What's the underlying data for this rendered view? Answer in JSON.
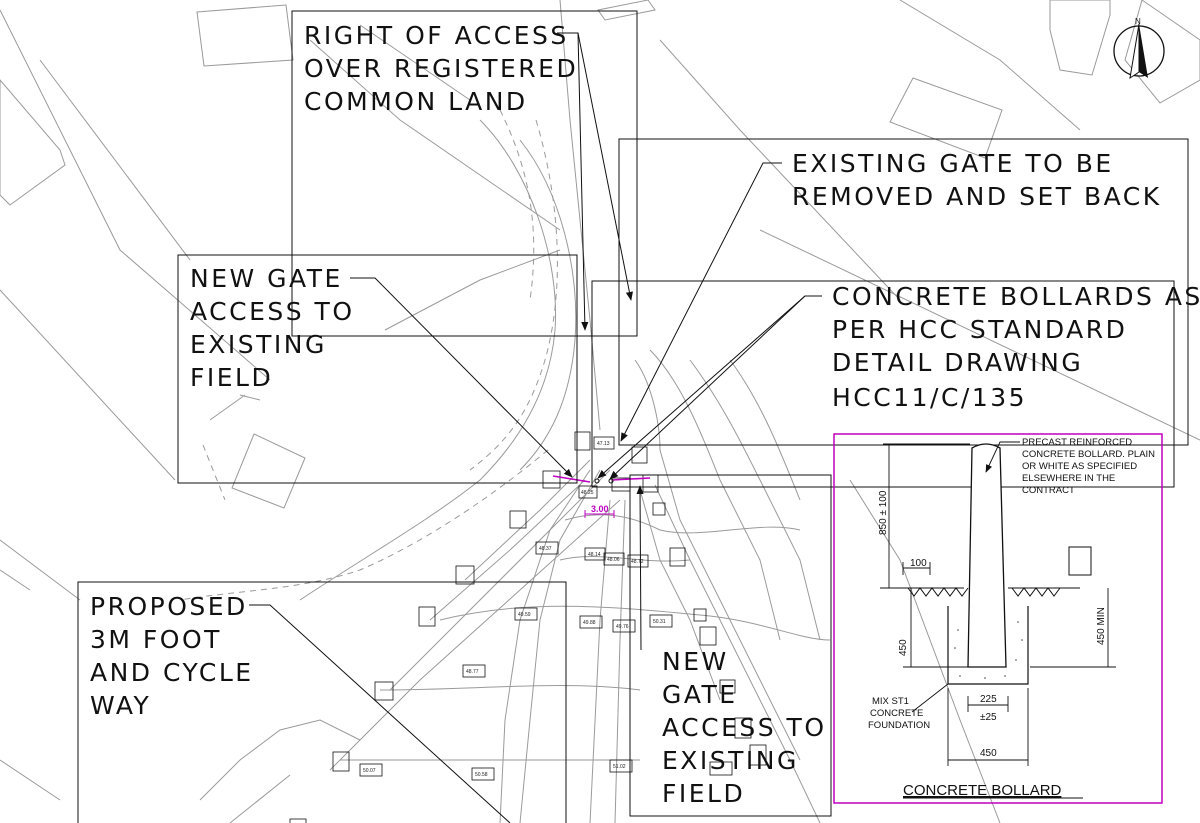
{
  "notes": {
    "right_of_access": [
      "RIGHT OF ACCESS",
      "OVER REGISTERED",
      "COMMON LAND"
    ],
    "existing_gate": [
      "EXISTING GATE TO BE",
      "REMOVED AND SET BACK"
    ],
    "new_gate_upper": [
      "NEW GATE",
      "ACCESS TO",
      "EXISTING",
      "FIELD"
    ],
    "concrete_bollards": [
      "CONCRETE BOLLARDS AS",
      "PER HCC STANDARD",
      "DETAIL DRAWING",
      "HCC11/C/135"
    ],
    "proposed_way": [
      "PROPOSED",
      "3M FOOT",
      "AND CYCLE",
      "WAY"
    ],
    "new_gate_lower": [
      "NEW",
      "GATE",
      "ACCESS TO",
      "EXISTING",
      "FIELD"
    ]
  },
  "compass": {
    "label": "N"
  },
  "gap_dimension": "3.00",
  "levels": [
    "47.13",
    "48.25",
    "48.37",
    "48.14",
    "48.06",
    "48.72",
    "49.59",
    "49.88",
    "49.76",
    "50.31",
    "48.77",
    "50.07",
    "50.58",
    "51.02"
  ],
  "detail": {
    "title": "CONCRETE BOLLARD",
    "precast_note": [
      "PRECAST REINFORCED",
      "CONCRETE BOLLARD. PLAIN",
      "OR WHITE AS SPECIFIED",
      "ELSEWHERE IN THE",
      "CONTRACT"
    ],
    "foundation_note": [
      "MIX ST1",
      "CONCRETE",
      "FOUNDATION"
    ],
    "dim_height": "850 ± 100",
    "dim_top": "100",
    "dim_depth": "450",
    "dim_min": "450 MIN",
    "dim_width_inner": "225",
    "dim_tolerance": "±25",
    "dim_width_base": "450"
  },
  "colors": {
    "line": "#111111",
    "base_line": "#9a9a9a",
    "accent": "#c000c0"
  }
}
